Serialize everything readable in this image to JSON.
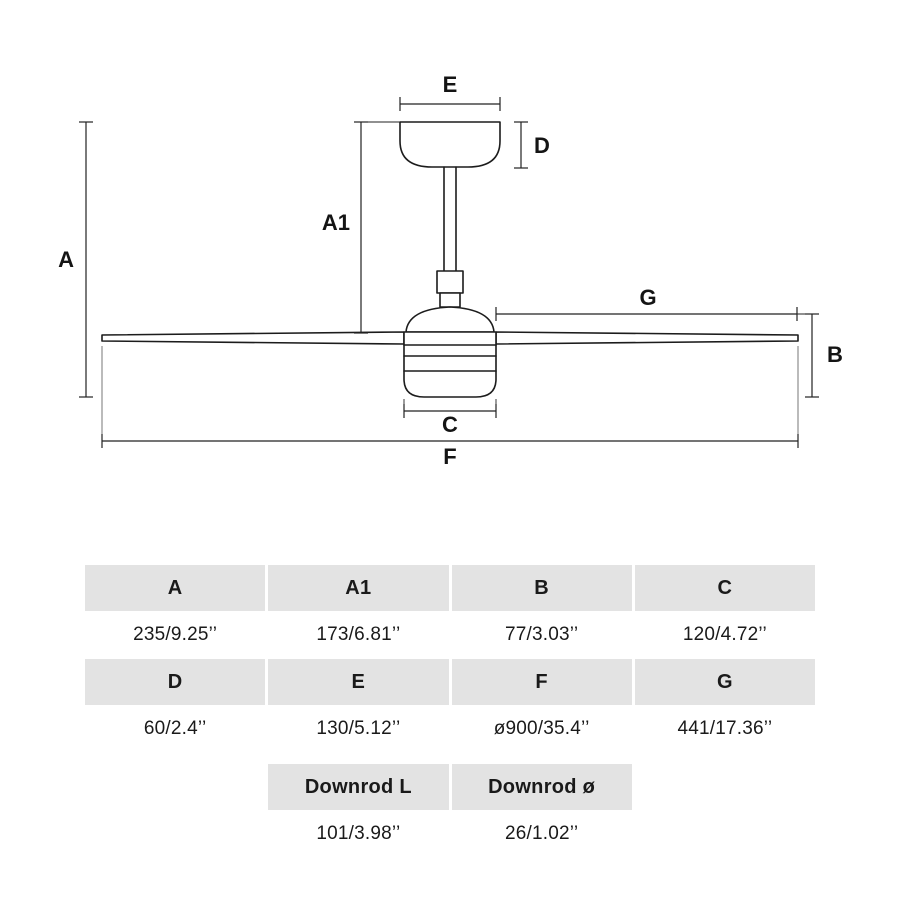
{
  "diagram": {
    "labels": {
      "a": "A",
      "a1": "A1",
      "b": "B",
      "c": "C",
      "d": "D",
      "e": "E",
      "f": "F",
      "g": "G"
    }
  },
  "table": {
    "rows": [
      {
        "kind": "header",
        "cells": [
          "A",
          "A1",
          "B",
          "C"
        ]
      },
      {
        "kind": "value",
        "cells": [
          "235/9.25’’",
          "173/6.81’’",
          "77/3.03’’",
          "120/4.72’’"
        ]
      },
      {
        "kind": "header",
        "cells": [
          "D",
          "E",
          "F",
          "G"
        ]
      },
      {
        "kind": "value",
        "cells": [
          "60/2.4’’",
          "130/5.12’’",
          "ø900/35.4’’",
          "441/17.36’’"
        ]
      },
      {
        "kind": "header",
        "cells": [
          "Downrod L",
          "Downrod ø"
        ]
      },
      {
        "kind": "value",
        "cells": [
          "101/3.98’’",
          "26/1.02’’"
        ]
      }
    ]
  }
}
